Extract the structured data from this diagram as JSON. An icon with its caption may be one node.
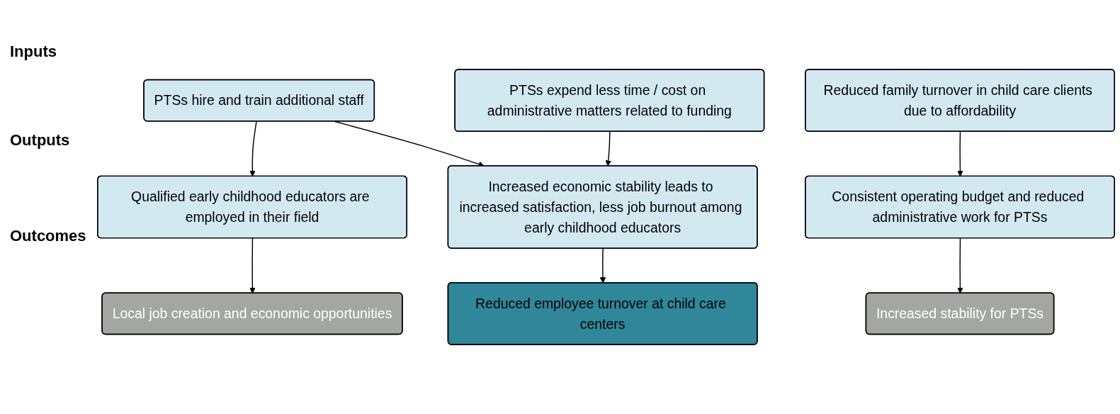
{
  "diagram": {
    "nodes": [
      {
        "text": [
          "PTSs hire and train additional staff"
        ]
      },
      {
        "text": [
          "PTSs expend less time / cost on administrative matters related to funding"
        ]
      },
      {
        "text": [
          "Reduced family turnover in child care clients due to affordability"
        ]
      },
      {
        "text": [
          "Qualified early childhood educators are employed in their field"
        ]
      },
      {
        "text": [
          "Increased economic stability leads to increased satisfaction, less job burnout among early childhood educators"
        ]
      },
      {
        "text": [
          "Consistent operating budget and reduced administrative work for PTSs"
        ]
      },
      {
        "text": [
          "Local job creation and economic opportunities"
        ]
      },
      {
        "text": [
          "Reduced employee turnover at child care centers"
        ]
      },
      {
        "text": [
          "Increased stability for PTSs"
        ]
      }
    ],
    "edges": [
      {
        "from": 0,
        "to": 3,
        "arrow": "to"
      },
      {
        "from": 0,
        "to": 4,
        "arrow": "to"
      },
      {
        "from": 1,
        "to": 4,
        "arrow": "to"
      },
      {
        "from": 3,
        "to": 6,
        "arrow": "to"
      },
      {
        "from": 4,
        "to": 7,
        "arrow": "to"
      },
      {
        "from": 2,
        "to": 5,
        "arrow": "to"
      },
      {
        "from": 5,
        "to": 8,
        "arrow": "to"
      }
    ],
    "labels": [
      "Inputs",
      "Outputs",
      "Outcomes"
    ]
  }
}
